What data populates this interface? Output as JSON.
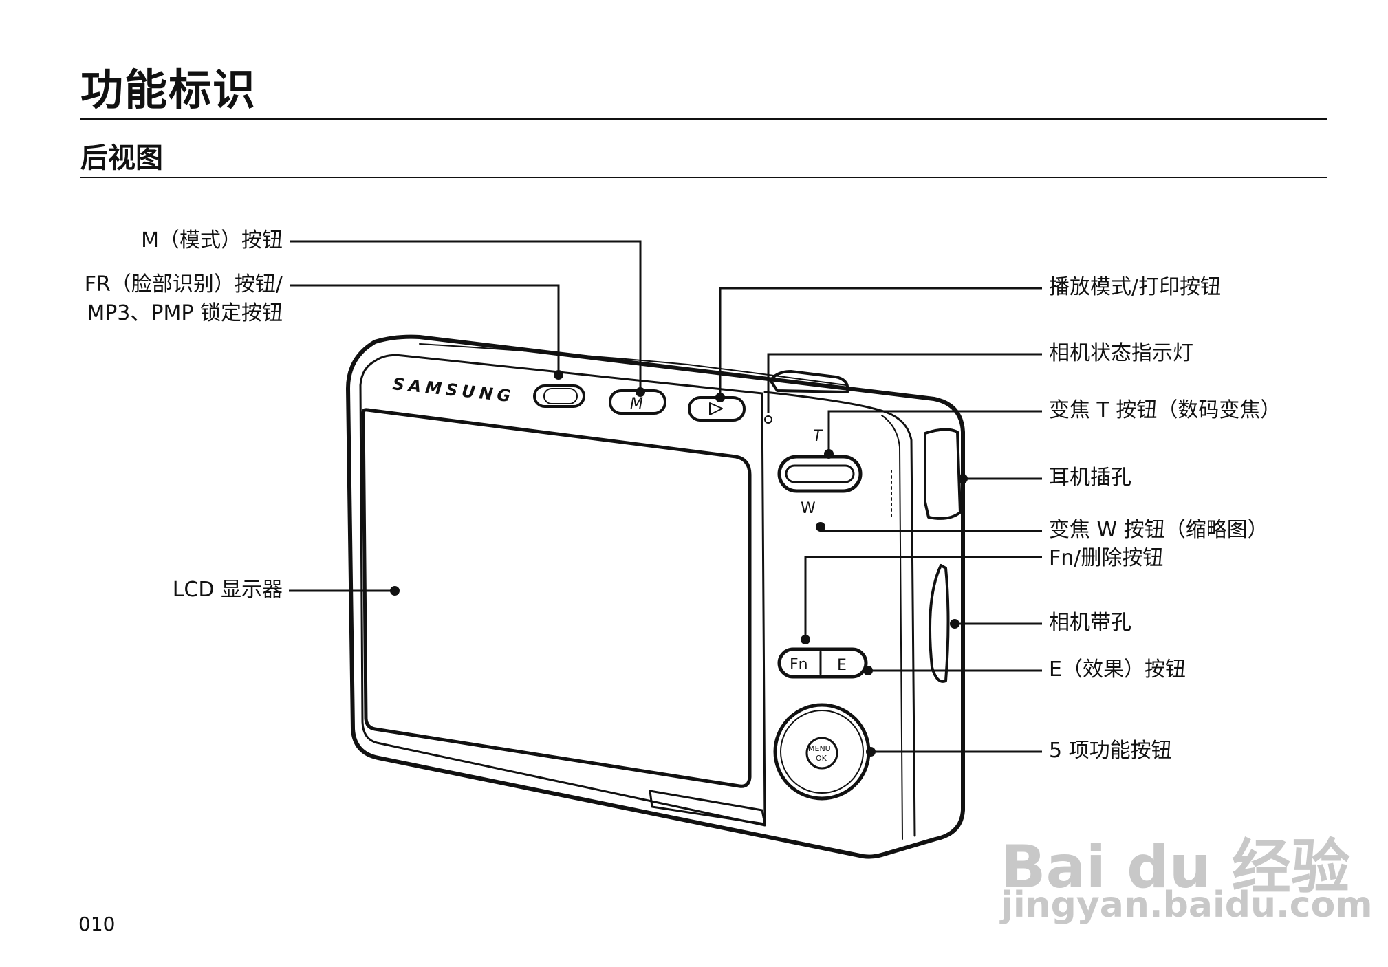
{
  "page": {
    "title": "功能标识",
    "subtitle": "后视图",
    "page_number": "010"
  },
  "labels_left": {
    "mode_button": "M（模式）按钮",
    "fr_button_line1": "FR（脸部识别）按钮/",
    "fr_button_line2": "MP3、PMP 锁定按钮",
    "lcd": "LCD 显示器"
  },
  "labels_right": {
    "playback": "播放模式/打印按钮",
    "status_lamp": "相机状态指示灯",
    "zoom_t": "变焦 T 按钮（数码变焦）",
    "earphone": "耳机插孔",
    "zoom_w": "变焦 W 按钮（缩略图）",
    "fn_delete": "Fn/删除按钮",
    "strap": "相机带孔",
    "effect": "E（效果）按钮",
    "five_func": "5 项功能按钮"
  },
  "camera": {
    "brand": "SAMSUNG",
    "mode_key": "M",
    "zoom_t_mark": "T",
    "zoom_w_mark": "W",
    "fn_key": "Fn",
    "e_key": "E",
    "menu_key_line1": "MENU",
    "menu_key_line2": "OK"
  },
  "watermark": {
    "line1": "Bai du 经验",
    "line2": "jingyan.baidu.com"
  }
}
